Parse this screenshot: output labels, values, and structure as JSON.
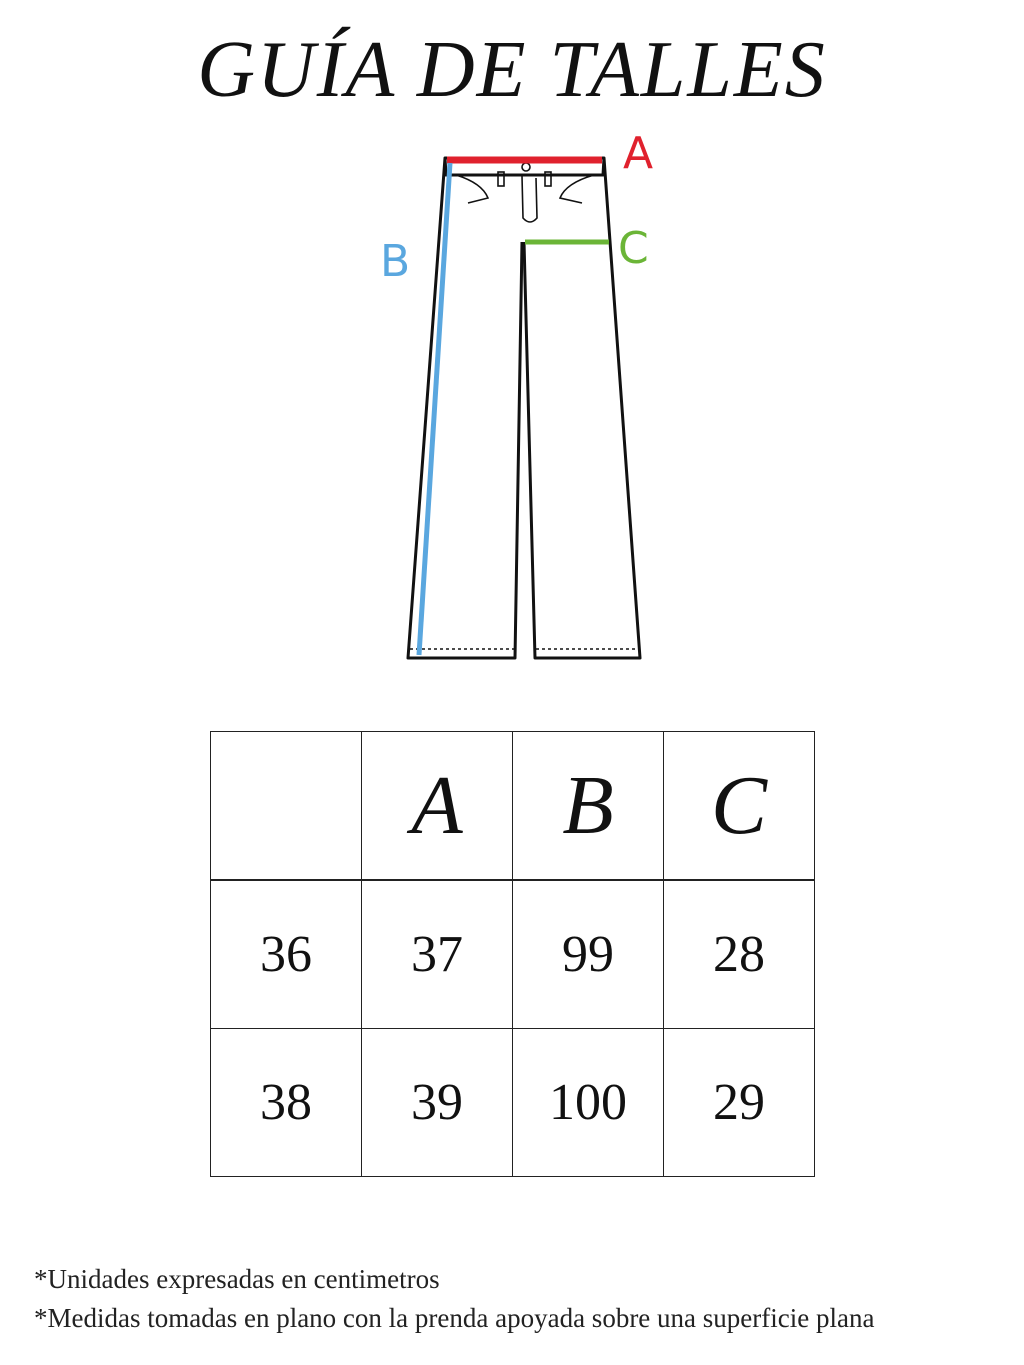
{
  "title": "GUÍA DE TALLES",
  "diagram": {
    "labels": {
      "a": "A",
      "b": "B",
      "c": "C"
    },
    "colors": {
      "a": "#e0212d",
      "b": "#5aa7df",
      "c": "#6bb537",
      "outline": "#111111"
    }
  },
  "table": {
    "header": [
      "",
      "A",
      "B",
      "C"
    ],
    "rows": [
      [
        "36",
        "37",
        "99",
        "28"
      ],
      [
        "38",
        "39",
        "100",
        "29"
      ]
    ]
  },
  "notes": [
    "*Unidades expresadas en centimetros",
    "*Medidas tomadas en plano con la prenda apoyada sobre una superficie plana"
  ]
}
